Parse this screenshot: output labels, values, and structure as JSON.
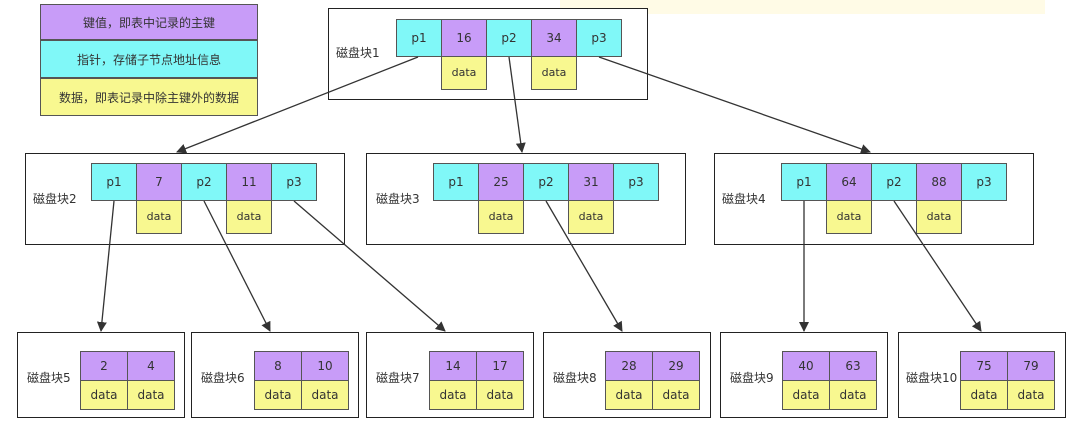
{
  "legend": {
    "key": {
      "text": "键值，即表中记录的主键",
      "color": "#c89cf8"
    },
    "pointer": {
      "text": "指针，存储子节点地址信息",
      "color": "#80f8f8"
    },
    "data": {
      "text": "数据，即表记录中除主键外的数据",
      "color": "#f8f890"
    }
  },
  "root": {
    "label": "磁盘块1",
    "cells": [
      "p1",
      "16",
      "p2",
      "34",
      "p3"
    ],
    "data": [
      "data",
      "data"
    ]
  },
  "middle": [
    {
      "label": "磁盘块2",
      "cells": [
        "p1",
        "7",
        "p2",
        "11",
        "p3"
      ],
      "data": [
        "data",
        "data"
      ]
    },
    {
      "label": "磁盘块3",
      "cells": [
        "p1",
        "25",
        "p2",
        "31",
        "p3"
      ],
      "data": [
        "data",
        "data"
      ]
    },
    {
      "label": "磁盘块4",
      "cells": [
        "p1",
        "64",
        "p2",
        "88",
        "p3"
      ],
      "data": [
        "data",
        "data"
      ]
    }
  ],
  "leaves": [
    {
      "label": "磁盘块5",
      "keys": [
        "2",
        "4"
      ],
      "data": [
        "data",
        "data"
      ]
    },
    {
      "label": "磁盘块6",
      "keys": [
        "8",
        "10"
      ],
      "data": [
        "data",
        "data"
      ]
    },
    {
      "label": "磁盘块7",
      "keys": [
        "14",
        "17"
      ],
      "data": [
        "data",
        "data"
      ]
    },
    {
      "label": "磁盘块8",
      "keys": [
        "28",
        "29"
      ],
      "data": [
        "data",
        "data"
      ]
    },
    {
      "label": "磁盘块9",
      "keys": [
        "40",
        "63"
      ],
      "data": [
        "data",
        "data"
      ]
    },
    {
      "label": "磁盘块10",
      "keys": [
        "75",
        "79"
      ],
      "data": [
        "data",
        "data"
      ]
    }
  ],
  "colors": {
    "pointer": "#80f8f8",
    "key": "#c89cf8",
    "data": "#f8f890",
    "line": "#333333"
  }
}
